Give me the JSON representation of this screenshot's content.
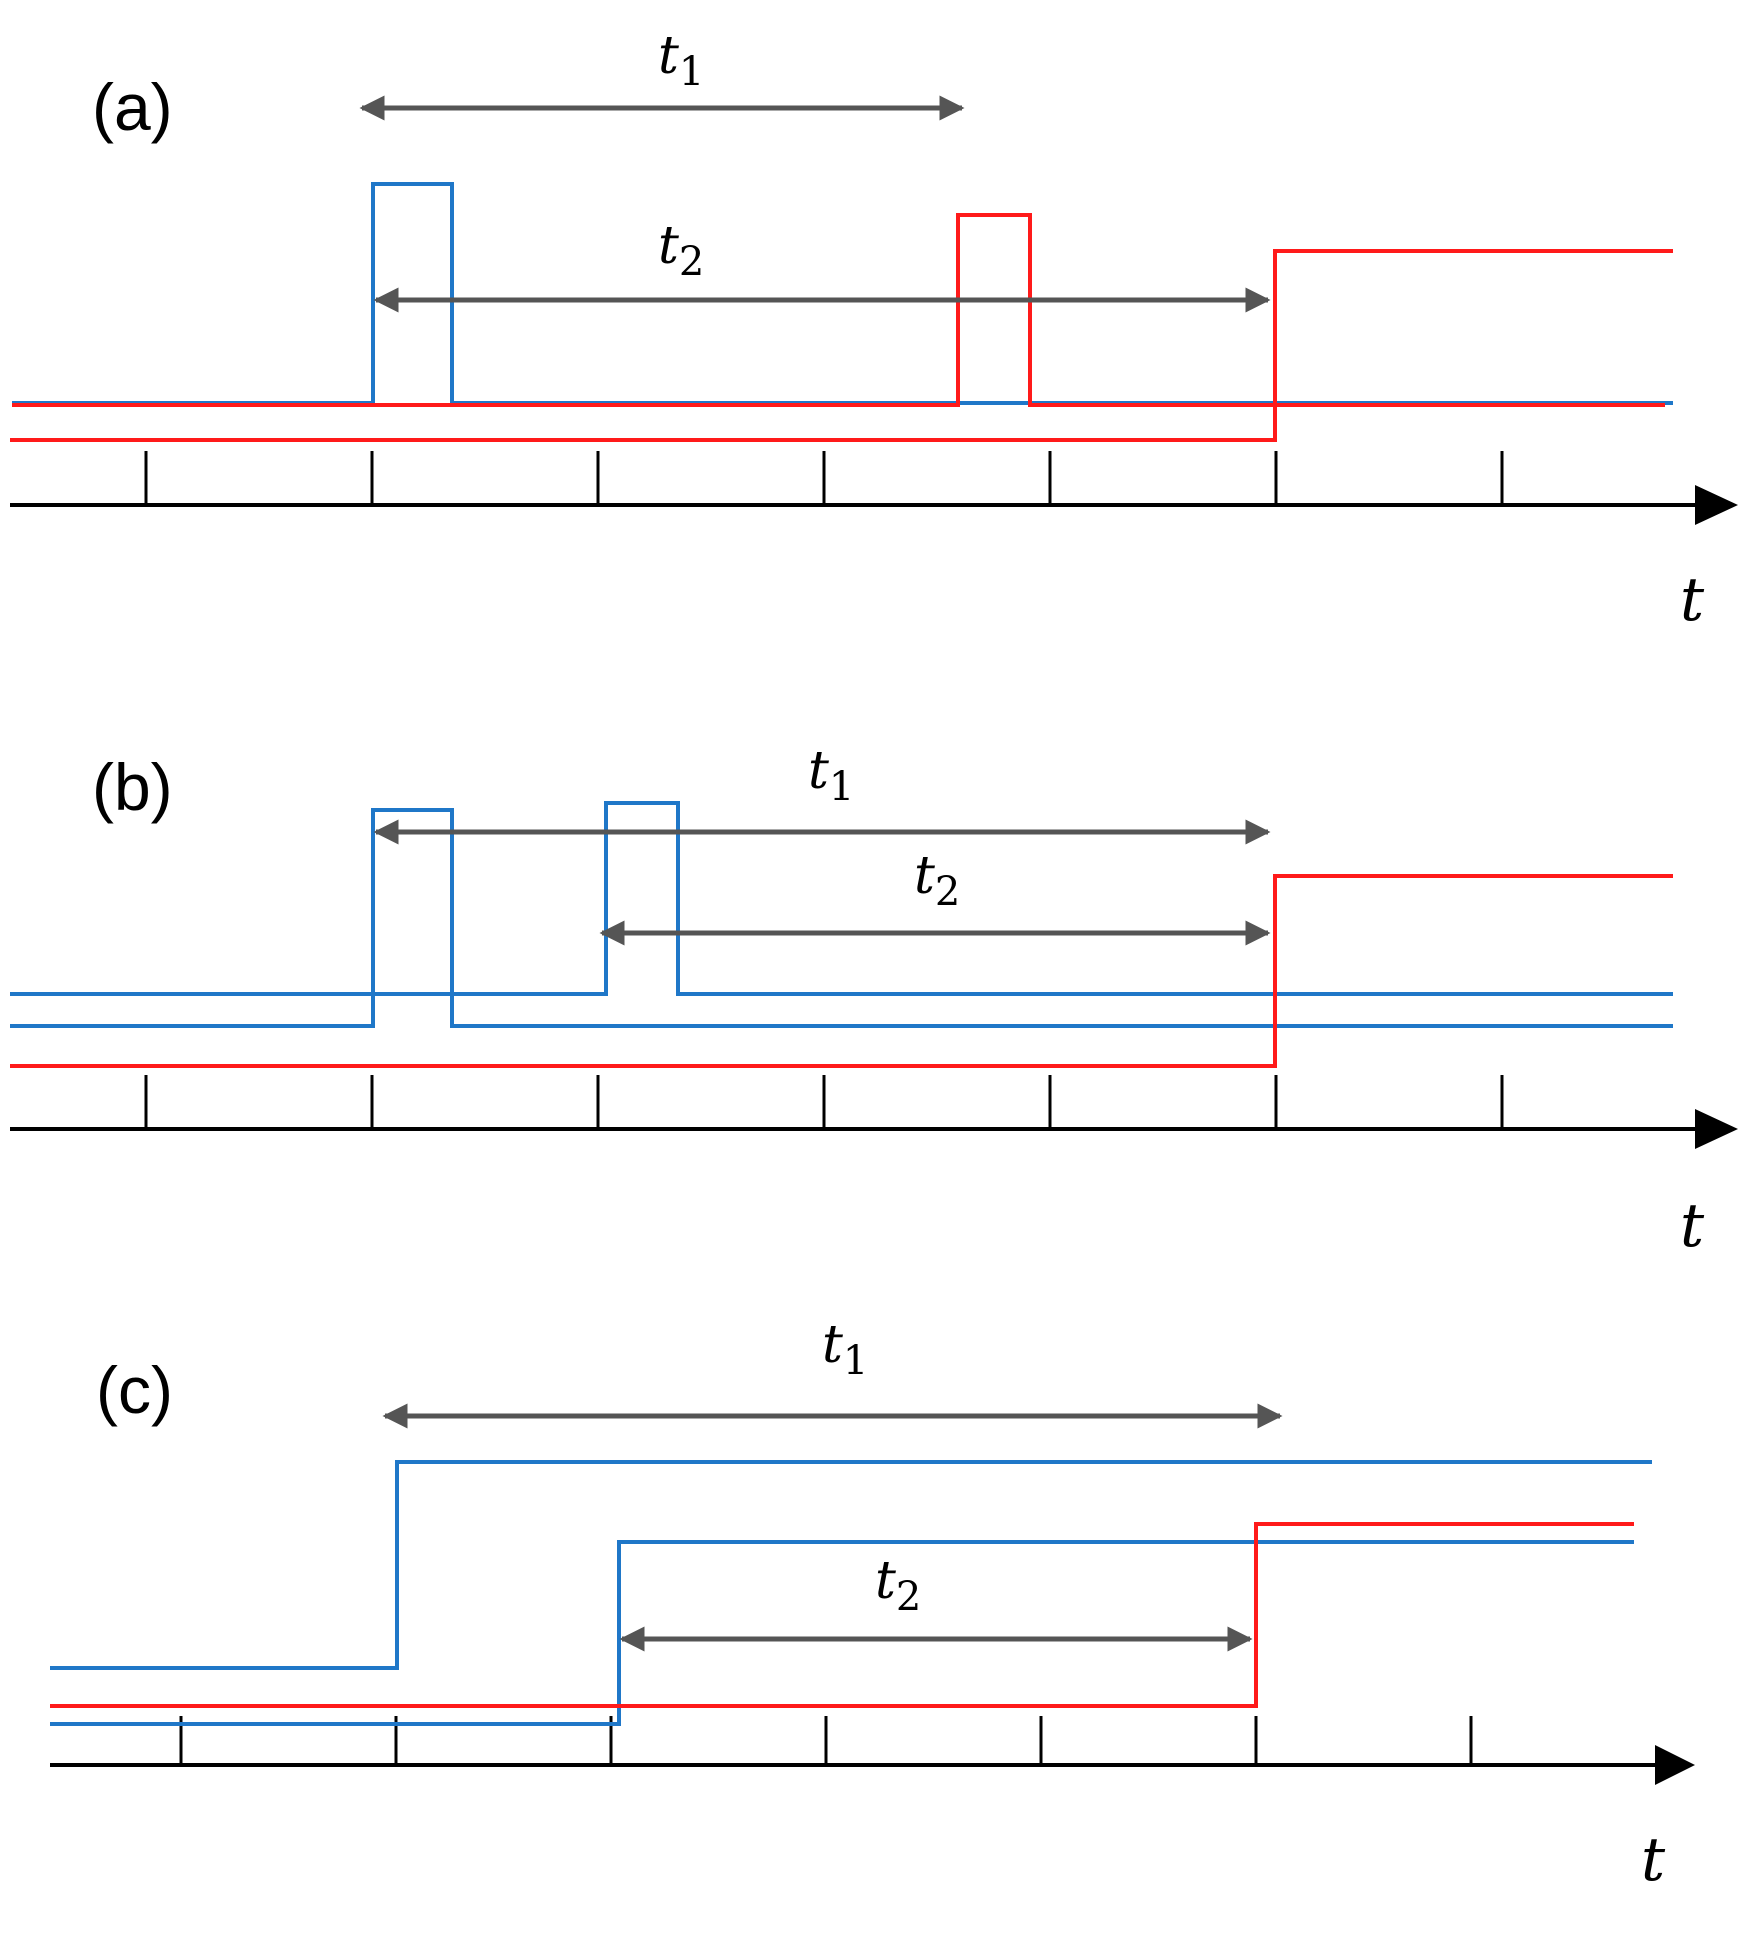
{
  "colors": {
    "blue": "#1f77c8",
    "red": "#ff1a1a",
    "axis": "#000000",
    "arrow": "#555555"
  },
  "panels": [
    {
      "label": "(a)",
      "axis_label": "t",
      "intervals": [
        {
          "label": "t",
          "sub": "1"
        },
        {
          "label": "t",
          "sub": "2"
        }
      ]
    },
    {
      "label": "(b)",
      "axis_label": "t",
      "intervals": [
        {
          "label": "t",
          "sub": "1"
        },
        {
          "label": "t",
          "sub": "2"
        }
      ]
    },
    {
      "label": "(c)",
      "axis_label": "t",
      "intervals": [
        {
          "label": "t",
          "sub": "1"
        },
        {
          "label": "t",
          "sub": "2"
        }
      ]
    }
  ]
}
